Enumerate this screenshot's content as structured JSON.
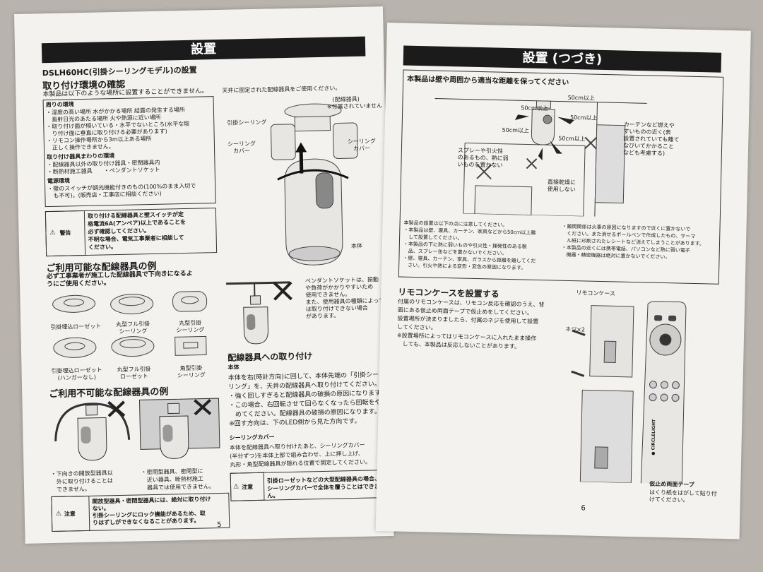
{
  "left": {
    "header": "設置",
    "model_title": "DSLH60HC(引掛シーリングモデル)の設置",
    "install_env": {
      "title": "取り付け環境の確認",
      "intro": "本製品は以下のような場所に設置することができません。",
      "surroundings_title": "周りの環境",
      "surroundings": [
        "・湿度の高い場所 水がかかる場所 結露の発生する場所",
        "　直射日光のあたる場所 火や熱源に近い場所",
        "・取り付け面が傾いている・水平でないところ(水平な取",
        "　り付け面に垂直に取り付ける必要があります)",
        "・リモコン操作場所から3m以上ある場所",
        "　正しく操作できません。"
      ],
      "wiring_title": "取り付け器具まわりの環境",
      "wiring": [
        "・配線器具以外の取り付け器具・密閉器具内",
        "・断熱材施工器具　　・ペンダントソケット"
      ],
      "power_title": "電源環境",
      "power": [
        "・壁のスイッチが調光機能付きのもの(100%のまま入切で",
        "　も不可)。(販売店・工事店に相談ください)"
      ]
    },
    "warning": {
      "label": "警告",
      "text": [
        "取り付ける配線器具と壁スイッチが定",
        "格電流6A(アンペア)以上であることを",
        "必ず確認してください。",
        "不明な場合、電気工事業者に相談して",
        "ください。"
      ]
    },
    "usable": {
      "title": "ご利用可能な配線器具の例",
      "intro": [
        "必ず工事業者が施工した配線器具で下向きになるよ",
        "うにご使用ください。"
      ],
      "items": [
        "引掛埋込ローゼット",
        "丸型フル引掛\nシーリング",
        "丸型引掛\nシーリング",
        "引掛埋込ローゼット\n(ハンガーなし)",
        "丸型フル引掛\nローゼット",
        "角型引掛\nシーリング"
      ]
    },
    "unusable": {
      "title": "ご利用不可能な配線器具の例",
      "note1": [
        "・下向きの開放型器具以",
        "　外に取り付けることは",
        "　できません。"
      ],
      "note2": [
        "・密閉型器具、密閉型に",
        "　近い器具、断熱材施工",
        "　器具では使用できません。"
      ]
    },
    "caution": {
      "label": "注意",
      "text": [
        "開放型器具・密閉型器具には、絶対に取り付け",
        "ない。",
        "引掛シーリングにロック機能があるため、取",
        "りはずしができなくなることがあります。"
      ]
    },
    "figure": {
      "top_note": "天井に固定された配線器具をご使用ください。",
      "wiring_device": "(配線器具)",
      "sold_separately": "※付属されていません",
      "hook_ceiling": "引掛シーリング",
      "ceiling_cover_l": "シーリング\nカバー",
      "ceiling_cover_r": "シーリング\nカバー",
      "body": "本体"
    },
    "pendant": [
      "ペンダントソケットは、振動",
      "や負荷がかかりやすいため",
      "使用できません。",
      "また、使用器具の種類によって",
      "は取り付けできない場合",
      "があります。"
    ],
    "attach": {
      "title": "配線器具への取り付け",
      "sub": "本体",
      "text": [
        "本体を右(時計方向)に回して、本体先端の「引掛シー",
        "リング」を、天井の配線器具へ取り付けてください。",
        "・強く回しすぎると配線器具の破損の原因になります。",
        "・この場合、右回転させて回らなくなったら回転をや",
        "　めてください。配線器具の破損の原因になります。",
        "※回す方向は、下のLED側から見た方向です。"
      ],
      "cover_title": "シーリングカバー",
      "cover_text": [
        "本体を配線器具へ取り付けたあと、シーリングカバー",
        "(半分ずつ)を本体上部で組み合わせ、上に押し上げ、",
        "丸形・角型配線器具が隠れる位置で固定してください。"
      ]
    },
    "caution2": {
      "label": "注意",
      "text": [
        "引掛ローゼットなどの大型配線器具の場合、",
        "シーリングカバーで全体を覆うことはできません。"
      ]
    },
    "page_number": "5"
  },
  "right": {
    "header": "設置 (つづき)",
    "distance": {
      "title": "本製品は壁や周囲から適当な距離を保ってください",
      "d1": "50cm以上",
      "d2": "50cm以上",
      "d3": "50cm以上",
      "d4": "50cm以上",
      "d5": "50cm以上",
      "curtain": "カーテンなど燃えや\nすいものの近く(表\n設置されていても離て\nなびいてかかること\nなども考慮する)",
      "spray": "スプレーや引火性\nのあるもの、熱に弱\nいものを置かない",
      "sunlight": "直接乾燥に\n使用しない",
      "notes_left": [
        "本製品の設置は以下の点に注意してください。",
        "・本製品は壁、寝具、カーテン、家具などから50cm以上離",
        "　して設置してください。",
        "・本製品の下に熱に弱いものや引火性・揮発性のある製",
        "　品、スプレー缶などを置かないでください。",
        "・壁、寝具、カーテン、家具、ガラスから距離を離してくだ",
        "　さい。引火や熱による変形・変色の原因になります。"
      ],
      "notes_right": [
        "・離間関係は火事の原因になりますので近くに置かないで",
        "　ください。また消せるボールペンで作成したもの、サーマ",
        "　ル紙に印刷されたレシートなど消えてしまうことがあります。",
        "・本製品の近くには携帯電話、パソコンなど熱に弱い電子",
        "　機器・精密機器は絶対に置かないでください。"
      ]
    },
    "remote": {
      "title": "リモコンケースを設置する",
      "text": [
        "付属のリモコンケースは、リモコン反応を確認のうえ、背",
        "面にある仮止め両面テープで仮止めをしてください。",
        "設置場所が決まりましたら、付属のネジを使用して設置",
        "してください。",
        "※設置場所によってはリモコンケースに入れたまま操作",
        "　しても、本製品は反応しないことがあります。"
      ],
      "case_label": "リモコンケース",
      "screw_label": "ネジ×2",
      "tape_label": "仮止め両面テープ",
      "tape_note": "はくり紙をはがして貼り付\nけてください。",
      "brand": "● CIRCLELIGHT"
    },
    "page_number": "6"
  }
}
